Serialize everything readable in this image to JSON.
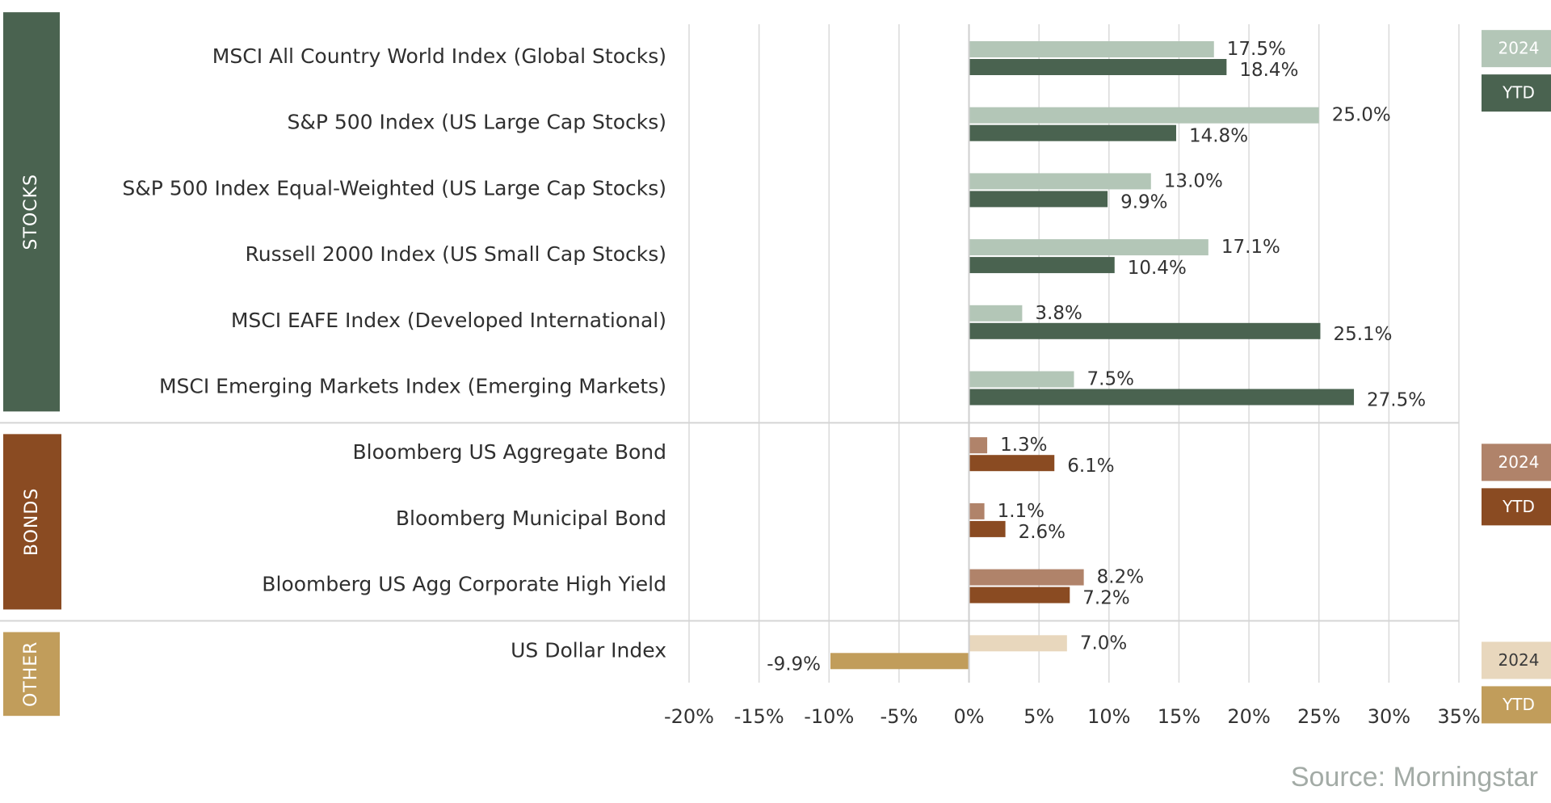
{
  "chart_data": {
    "type": "bar",
    "orientation": "horizontal",
    "xlim": [
      -20,
      35
    ],
    "xticks": [
      -20,
      -15,
      -10,
      -5,
      0,
      5,
      10,
      15,
      20,
      25,
      30,
      35
    ],
    "xtick_labels": [
      "-20%",
      "-15%",
      "-10%",
      "-5%",
      "0%",
      "5%",
      "10%",
      "15%",
      "20%",
      "25%",
      "30%",
      "35%"
    ],
    "grid": "vertical",
    "groups": [
      {
        "name": "STOCKS",
        "color_2024": "#b3c6b7",
        "color_ytd": "#4a6350",
        "legend_2024": "2024",
        "legend_ytd": "YTD",
        "legend_2024_text_color": "#ffffff",
        "categories": [
          {
            "label": "MSCI All Country World Index (Global Stocks)",
            "v2024": 17.5,
            "vytd": 18.4,
            "l2024": "17.5%",
            "lytd": "18.4%"
          },
          {
            "label": "S&P 500 Index (US Large Cap Stocks)",
            "v2024": 25.0,
            "vytd": 14.8,
            "l2024": "25.0%",
            "lytd": "14.8%"
          },
          {
            "label": "S&P 500 Index Equal-Weighted (US Large Cap Stocks)",
            "v2024": 13.0,
            "vytd": 9.9,
            "l2024": "13.0%",
            "lytd": "9.9%"
          },
          {
            "label": "Russell 2000 Index (US Small Cap Stocks)",
            "v2024": 17.1,
            "vytd": 10.4,
            "l2024": "17.1%",
            "lytd": "10.4%"
          },
          {
            "label": "MSCI EAFE Index (Developed International)",
            "v2024": 3.8,
            "vytd": 25.1,
            "l2024": "3.8%",
            "lytd": "25.1%"
          },
          {
            "label": "MSCI Emerging Markets Index (Emerging Markets)",
            "v2024": 7.5,
            "vytd": 27.5,
            "l2024": "7.5%",
            "lytd": "27.5%"
          }
        ]
      },
      {
        "name": "BONDS",
        "color_2024": "#b0836a",
        "color_ytd": "#8a4b22",
        "legend_2024": "2024",
        "legend_ytd": "YTD",
        "legend_2024_text_color": "#ffffff",
        "categories": [
          {
            "label": "Bloomberg US Aggregate Bond",
            "v2024": 1.3,
            "vytd": 6.1,
            "l2024": "1.3%",
            "lytd": "6.1%"
          },
          {
            "label": "Bloomberg Municipal Bond",
            "v2024": 1.1,
            "vytd": 2.6,
            "l2024": "1.1%",
            "lytd": "2.6%"
          },
          {
            "label": "Bloomberg US Agg Corporate High Yield",
            "v2024": 8.2,
            "vytd": 7.2,
            "l2024": "8.2%",
            "lytd": "7.2%"
          }
        ]
      },
      {
        "name": "OTHER",
        "color_2024": "#e8d7bd",
        "color_ytd": "#c19d5b",
        "legend_2024": "2024",
        "legend_ytd": "YTD",
        "legend_2024_text_color": "#3a3a3a",
        "categories": [
          {
            "label": "US Dollar Index",
            "v2024": 7.0,
            "vytd": -9.9,
            "l2024": "7.0%",
            "lytd": "-9.9%"
          }
        ]
      }
    ]
  },
  "source": "Source: Morningstar"
}
